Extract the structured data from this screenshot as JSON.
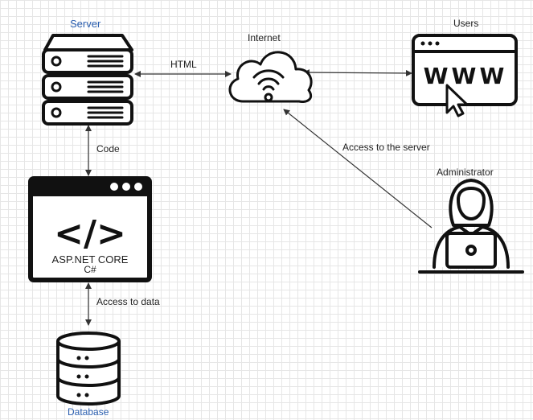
{
  "nodes": {
    "server": {
      "label": "Server",
      "icon": "server-icon"
    },
    "internet": {
      "label": "Internet",
      "icon": "cloud-wifi-icon"
    },
    "users": {
      "label": "Users",
      "icon": "browser-www-icon",
      "www": "WWW"
    },
    "app": {
      "code_symbol": "</>",
      "line1": "ASP.NET CORE",
      "line2": "C#",
      "icon": "code-window-icon"
    },
    "administrator": {
      "label": "Administrator",
      "icon": "person-laptop-icon"
    },
    "database": {
      "label": "Database",
      "icon": "database-icon"
    }
  },
  "edges": {
    "server_internet": {
      "label": "HTML",
      "direction": "both"
    },
    "server_app": {
      "label": "Code",
      "direction": "both"
    },
    "app_database": {
      "label": "Access to data",
      "direction": "both"
    },
    "internet_users": {
      "label": "",
      "direction": "both"
    },
    "admin_internet": {
      "label": "Access to the server",
      "direction": "to-internet"
    }
  },
  "colors": {
    "stroke": "#111111",
    "label_blue": "#2b5fb0",
    "grid": "#e6e6e6",
    "edge": "#333333"
  }
}
